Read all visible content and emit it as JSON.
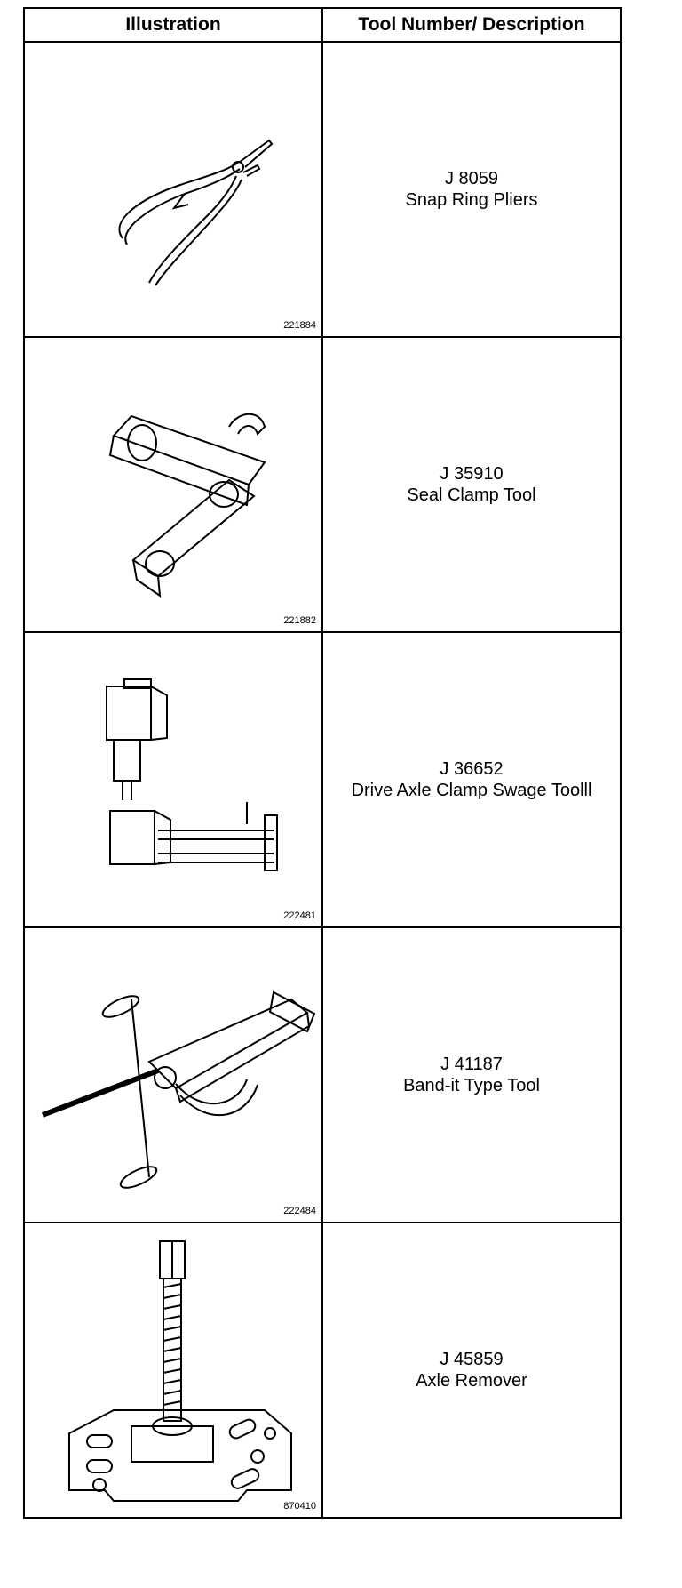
{
  "table": {
    "headers": {
      "illustration": "Illustration",
      "description": "Tool Number/ Description"
    },
    "rows": [
      {
        "tool_number": "J 8059",
        "description": "Snap Ring Pliers",
        "figure_number": "221884",
        "icon": "snap-ring-pliers-icon"
      },
      {
        "tool_number": "J 35910",
        "description": "Seal Clamp Tool",
        "figure_number": "221882",
        "icon": "seal-clamp-tool-icon"
      },
      {
        "tool_number": "J 36652",
        "description": "Drive Axle Clamp Swage Toolll",
        "figure_number": "222481",
        "icon": "swage-tool-icon"
      },
      {
        "tool_number": "J 41187",
        "description": "Band-it Type Tool",
        "figure_number": "222484",
        "icon": "band-it-tool-icon"
      },
      {
        "tool_number": "J 45859",
        "description": "Axle Remover",
        "figure_number": "870410",
        "icon": "axle-remover-icon"
      }
    ]
  }
}
